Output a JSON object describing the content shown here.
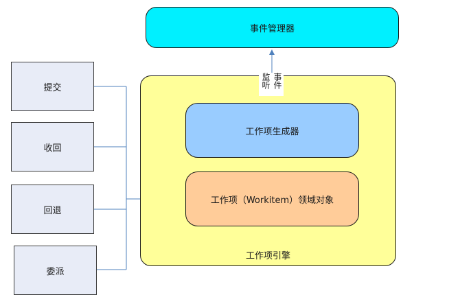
{
  "event_manager": "事件管理器",
  "engine": {
    "label": "工作项引擎",
    "generator": "工作项生成器",
    "domain_object": "工作项（Workitem）领域对象"
  },
  "listen_label": {
    "col1": "监听",
    "col2": "事件"
  },
  "actions": [
    "提交",
    "收回",
    "回退",
    "委派"
  ],
  "colors": {
    "event_manager": "#00f0ff",
    "engine": "#ffff99",
    "generator": "#99ccff",
    "domain_object": "#ffcc99",
    "action_box": "#e8ecf7",
    "connector": "#4f81bd"
  }
}
